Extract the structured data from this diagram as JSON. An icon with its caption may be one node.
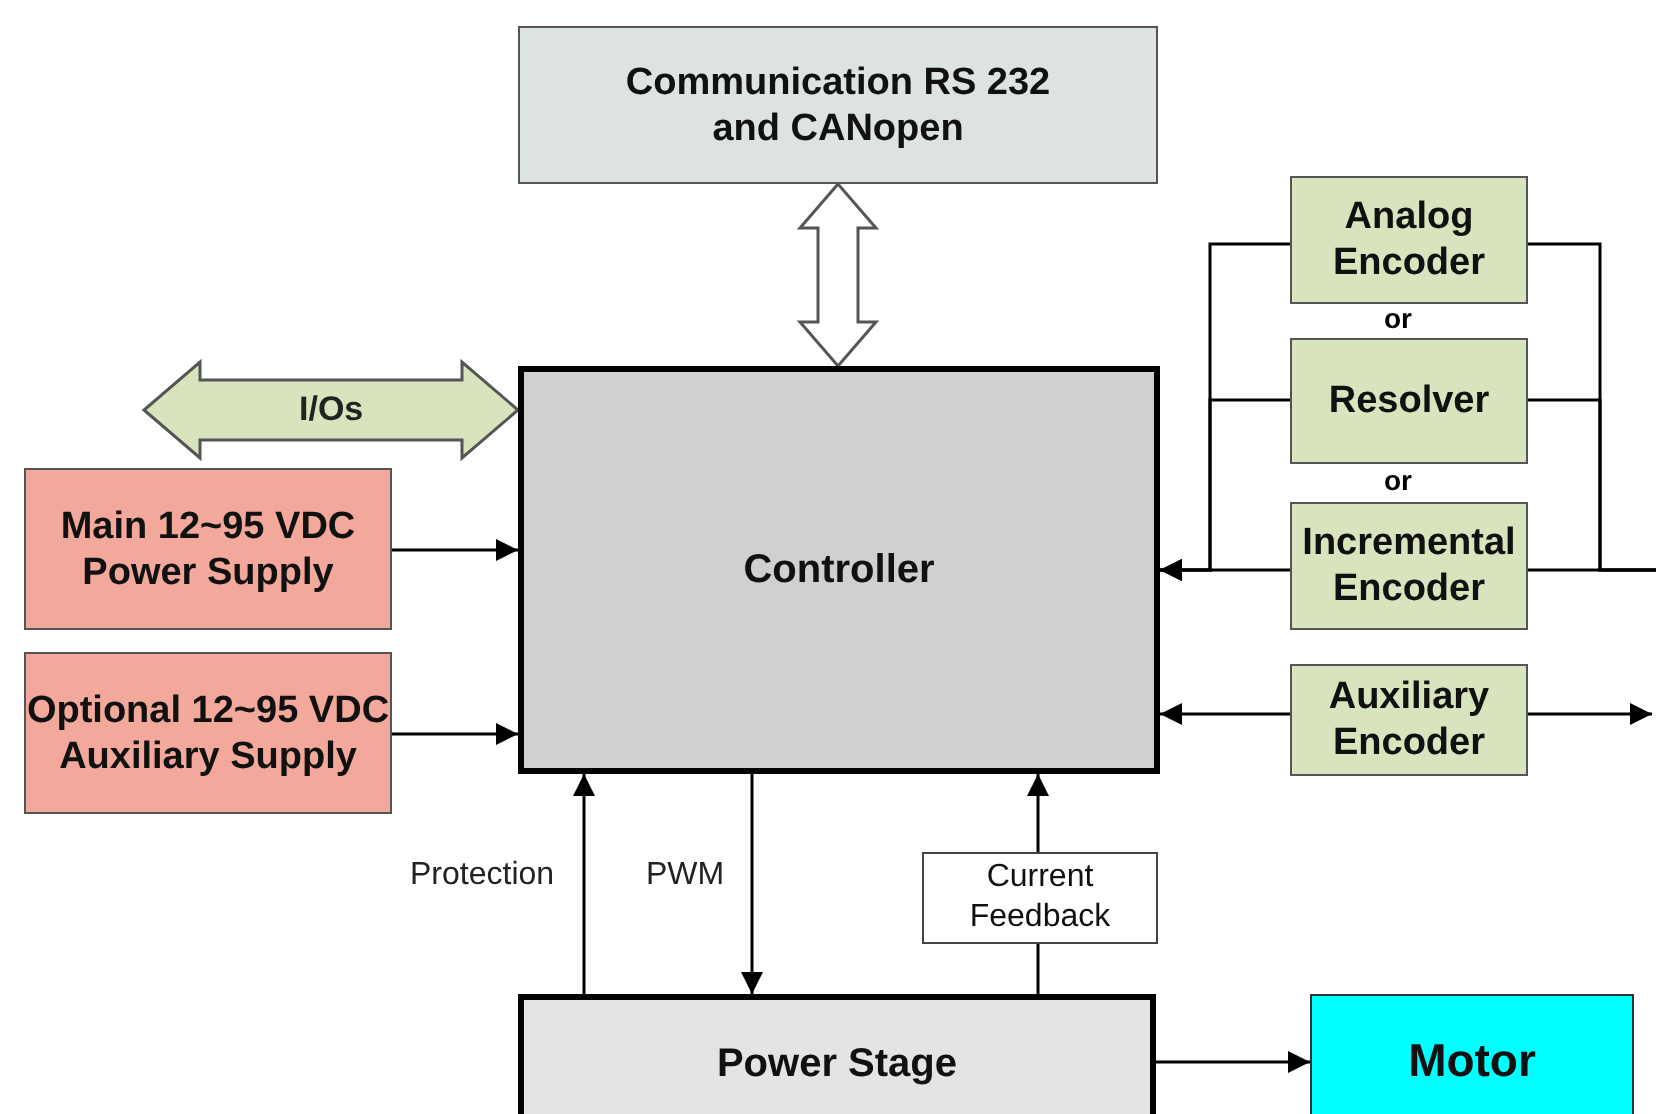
{
  "diagram": {
    "nodes": [
      {
        "text": [
          "Communication RS 232 and CANopen"
        ]
      },
      {
        "text": [
          "Main 12~95 VDC Power Supply"
        ]
      },
      {
        "text": [
          "Optional 12~95 VDC Auxiliary Supply"
        ]
      },
      {
        "text": [
          "Controller"
        ]
      },
      {
        "text": [
          "Analog Encoder"
        ]
      },
      {
        "text": [
          "Resolver"
        ]
      },
      {
        "text": [
          "Incremental Encoder"
        ]
      },
      {
        "text": [
          "Auxiliary Encoder"
        ]
      },
      {
        "text": [
          "Current Feedback"
        ]
      },
      {
        "text": [
          "Power Stage"
        ]
      },
      {
        "text": [
          "Motor"
        ]
      }
    ],
    "edges": [
      {
        "from": 0,
        "to": 3,
        "arrow": "both",
        "style": "thick"
      },
      {
        "from": null,
        "to": 3,
        "arrow": "both",
        "style": "thick",
        "color": "#d7e4bd",
        "label": "I/Os"
      },
      {
        "from": 1,
        "to": 3,
        "arrow": "to"
      },
      {
        "from": 2,
        "to": 3,
        "arrow": "to"
      },
      {
        "from": 4,
        "to": 3,
        "arrow": "to"
      },
      {
        "from": 5,
        "to": 3,
        "arrow": "to"
      },
      {
        "from": 6,
        "to": 3,
        "arrow": "to"
      },
      {
        "from": 4,
        "to": null,
        "arrow": "none"
      },
      {
        "from": 5,
        "to": null,
        "arrow": "none"
      },
      {
        "from": 6,
        "to": null,
        "arrow": "none"
      },
      {
        "from": 7,
        "to": 3,
        "arrow": "to"
      },
      {
        "from": 7,
        "to": null,
        "arrow": "to"
      },
      {
        "from": 9,
        "to": 3,
        "arrow": "to",
        "label": "Protection"
      },
      {
        "from": 3,
        "to": 9,
        "arrow": "to",
        "label": "PWM"
      },
      {
        "from": 9,
        "to": 8,
        "arrow": "none"
      },
      {
        "from": 8,
        "to": 3,
        "arrow": "to"
      },
      {
        "from": 9,
        "to": 10,
        "arrow": "to"
      }
    ],
    "labels": [
      "or",
      "or"
    ]
  }
}
